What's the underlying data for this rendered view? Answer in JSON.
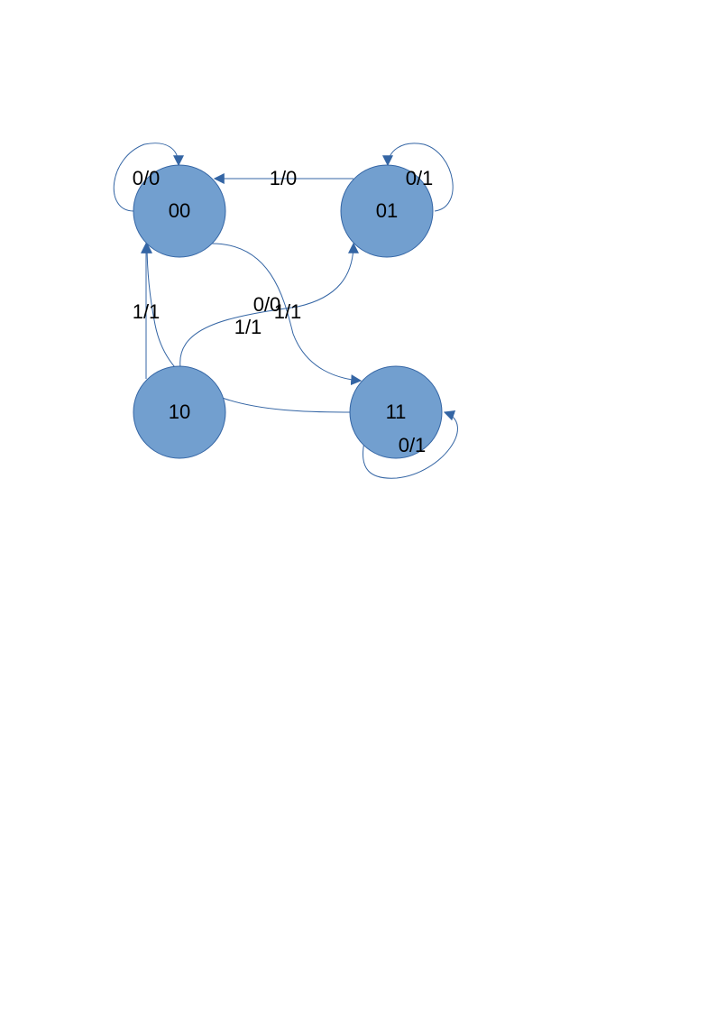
{
  "colors": {
    "state_fill": "#729fcf",
    "state_stroke": "#3465a4",
    "edge": "#3465a4",
    "text": "#000000"
  },
  "states": [
    {
      "id": "s00",
      "label": "00"
    },
    {
      "id": "s01",
      "label": "01"
    },
    {
      "id": "s10",
      "label": "10"
    },
    {
      "id": "s11",
      "label": "11"
    }
  ],
  "transitions": [
    {
      "id": "t00_self",
      "from": "00",
      "to": "00",
      "label": "0/0"
    },
    {
      "id": "t01_00",
      "from": "01",
      "to": "00",
      "label": "1/0"
    },
    {
      "id": "t01_self",
      "from": "01",
      "to": "01",
      "label": "0/1"
    },
    {
      "id": "t10_00",
      "from": "10",
      "to": "00",
      "label": "1/1"
    },
    {
      "id": "t10_01",
      "from": "10",
      "to": "01",
      "label": "0/0"
    },
    {
      "id": "t00_11",
      "from": "00",
      "to": "11",
      "label": "1/1"
    },
    {
      "id": "t11_00",
      "from": "11",
      "to": "00",
      "label": "1/1"
    },
    {
      "id": "t11_self",
      "from": "11",
      "to": "11",
      "label": "0/1"
    }
  ]
}
